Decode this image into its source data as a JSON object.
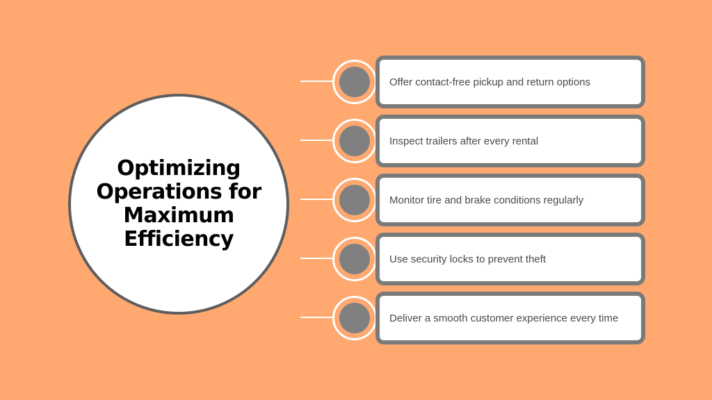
{
  "hub": {
    "title": "Optimizing Operations for Maximum Efficiency"
  },
  "items": [
    {
      "label": "Offer contact-free pickup and return options"
    },
    {
      "label": "Inspect trailers after every rental"
    },
    {
      "label": "Monitor tire and brake conditions regularly"
    },
    {
      "label": "Use security locks to prevent theft"
    },
    {
      "label": "Deliver a smooth customer experience every time"
    }
  ],
  "colors": {
    "background": "#FFA870",
    "hub_fill": "#FFFFFF",
    "hub_border": "#5E5E5E",
    "card_border": "#7A7A7A",
    "node_dot": "#808080",
    "connector": "#FFFFFF",
    "item_text": "#4A4A4A"
  }
}
